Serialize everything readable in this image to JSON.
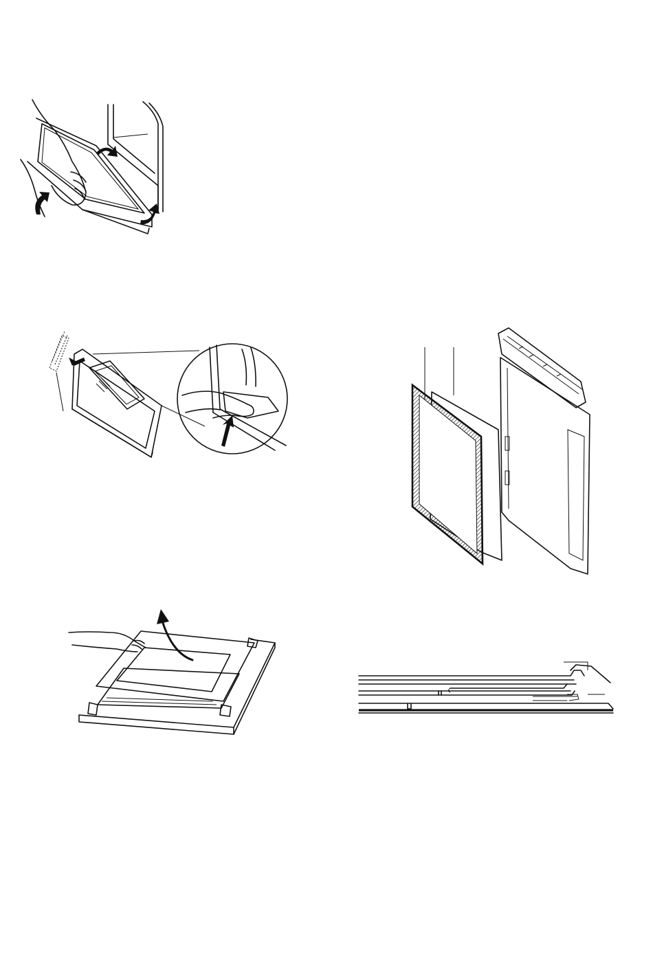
{
  "page": {
    "background": "#ffffff",
    "ink": "#111111"
  },
  "figures": [
    {
      "id": "fig-door-removal",
      "icon": "hand-lifting-oven-door"
    },
    {
      "id": "fig-door-clip-release",
      "icon": "hand-pressing-door-clip-with-zoom"
    },
    {
      "id": "fig-glass-panel-exploded",
      "icon": "exploded-door-glass-panels"
    },
    {
      "id": "fig-glass-panel-lift",
      "icon": "hand-lifting-glass-panel"
    },
    {
      "id": "fig-door-cross-section",
      "icon": "door-profile-cross-section"
    }
  ]
}
